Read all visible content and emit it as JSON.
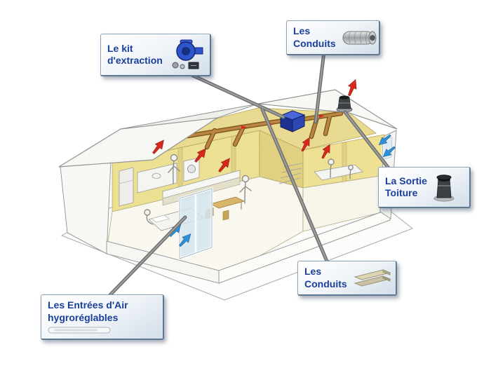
{
  "scene": {
    "callouts": {
      "kit": {
        "label": "Le kit\nd'extraction"
      },
      "conduits_top": {
        "label": "Les\nConduits"
      },
      "sortie": {
        "label": "La Sortie\nToiture"
      },
      "conduits_bottom": {
        "label": "Les\nConduits"
      },
      "entrees": {
        "label": "Les Entrées d'Air\nhygroréglables"
      }
    },
    "colors": {
      "label_text": "#1a3f9a",
      "extract_flow_arrow": "#d6291c",
      "intake_flow_arrow": "#2e90d8",
      "duct": "#bc8640",
      "vmc_unit": "#2c46b4",
      "connector_line": "#6e6e6e",
      "interior_wall": "#ece092",
      "background_top": "#ffffff",
      "background_bottom": "#8db2d0"
    }
  }
}
